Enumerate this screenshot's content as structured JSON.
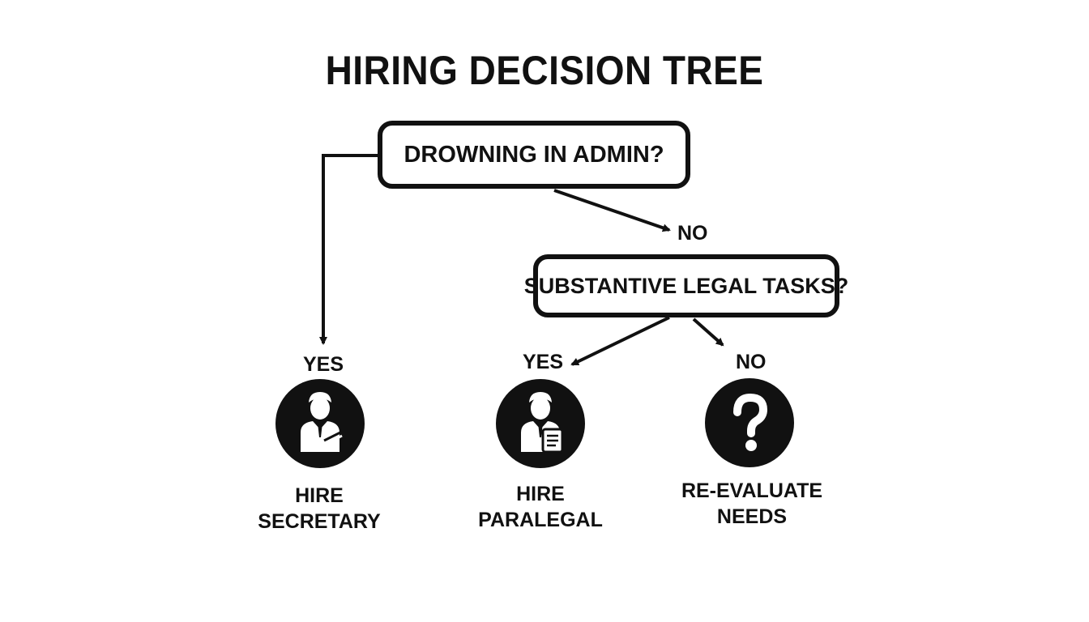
{
  "title": "HIRING DECISION TREE",
  "colors": {
    "ink": "#111111",
    "background": "#ffffff"
  },
  "questions": {
    "q1": "DROWNING IN ADMIN?",
    "q2": "SUBSTANTIVE LEGAL TASKS?"
  },
  "branches": {
    "q1_yes": "YES",
    "q1_no": "NO",
    "q2_yes": "YES",
    "q2_no": "NO"
  },
  "outcomes": [
    {
      "icon": "person-with-pen-icon",
      "line1": "HIRE",
      "line2": "SECRETARY"
    },
    {
      "icon": "person-with-document-icon",
      "line1": "HIRE",
      "line2": "PARALEGAL"
    },
    {
      "icon": "question-mark-icon",
      "line1": "RE-EVALUATE",
      "line2": "NEEDS"
    }
  ]
}
